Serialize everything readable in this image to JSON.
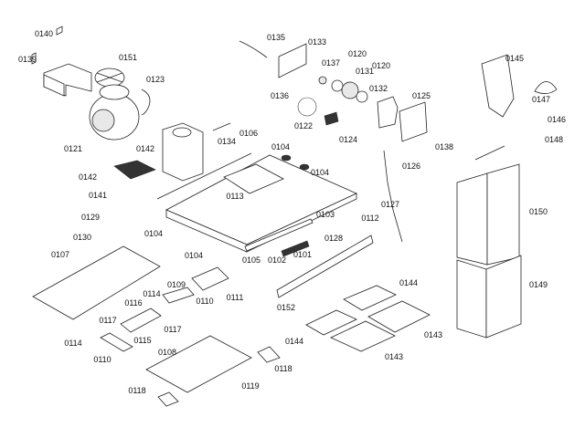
{
  "diagram": {
    "type": "exploded parts diagram",
    "colors": {
      "line": "#222222",
      "background": "#ffffff"
    },
    "labels": [
      "0140",
      "0139",
      "0151",
      "0123",
      "0121",
      "0142",
      "0142",
      "0141",
      "0135",
      "0133",
      "0137",
      "0120",
      "0131",
      "0120",
      "0136",
      "0132",
      "0125",
      "0122",
      "0134",
      "0106",
      "0104",
      "0104",
      "0113",
      "0124",
      "0138",
      "0126",
      "0145",
      "0147",
      "0146",
      "0148",
      "0150",
      "0149",
      "0129",
      "0130",
      "0107",
      "0104",
      "0104",
      "0109",
      "0111",
      "0114",
      "0110",
      "0116",
      "0117",
      "0115",
      "0117",
      "0114",
      "0110",
      "0108",
      "0118",
      "0119",
      "0118",
      "0103",
      "0112",
      "0127",
      "0128",
      "0105",
      "0102",
      "0101",
      "0152",
      "0144",
      "0144",
      "0143",
      "0143"
    ]
  }
}
